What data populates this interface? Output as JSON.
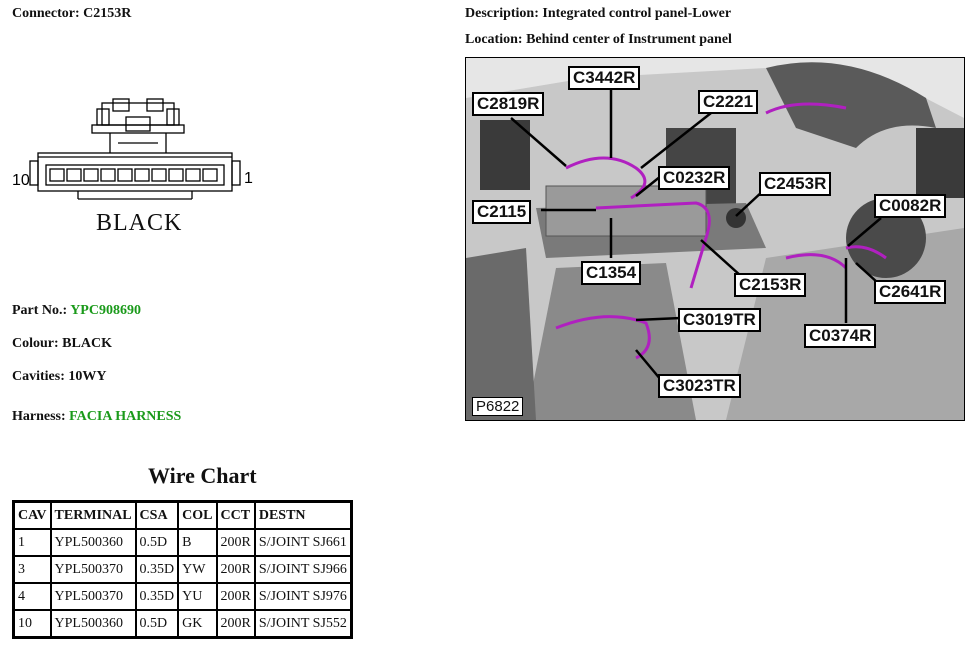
{
  "connector": {
    "label": "Connector:",
    "value": "C2153R"
  },
  "description": {
    "label": "Description:",
    "value": "Integrated control panel-Lower"
  },
  "location": {
    "label": "Location:",
    "value": "Behind center of Instrument panel"
  },
  "pin_diagram": {
    "left_pin": "10",
    "right_pin": "1",
    "colour_label": "BLACK"
  },
  "part": {
    "label": "Part No.:",
    "value": "YPC908690"
  },
  "colour": {
    "label": "Colour:",
    "value": "BLACK"
  },
  "cavities": {
    "label": "Cavities:",
    "value": "10WY"
  },
  "harness": {
    "label": "Harness:",
    "value": "FACIA HARNESS"
  },
  "wire_chart": {
    "title": "Wire Chart",
    "headers": [
      "CAV",
      "TERMINAL",
      "CSA",
      "COL",
      "CCT",
      "DESTN"
    ],
    "rows": [
      [
        "1",
        "YPL500360",
        "0.5D",
        "B",
        "200R",
        "S/JOINT SJ661"
      ],
      [
        "3",
        "YPL500370",
        "0.35D",
        "YW",
        "200R",
        "S/JOINT SJ966"
      ],
      [
        "4",
        "YPL500370",
        "0.35D",
        "YU",
        "200R",
        "S/JOINT SJ976"
      ],
      [
        "10",
        "YPL500360",
        "0.5D",
        "GK",
        "200R",
        "S/JOINT SJ552"
      ]
    ]
  },
  "photo": {
    "id": "P6822",
    "callouts": [
      "C3442R",
      "C2819R",
      "C2221",
      "C0232R",
      "C2453R",
      "C2115",
      "C0082R",
      "C1354",
      "C2153R",
      "C2641R",
      "C3019TR",
      "C0374R",
      "C3023TR"
    ],
    "wire_color": "#b020c0"
  }
}
